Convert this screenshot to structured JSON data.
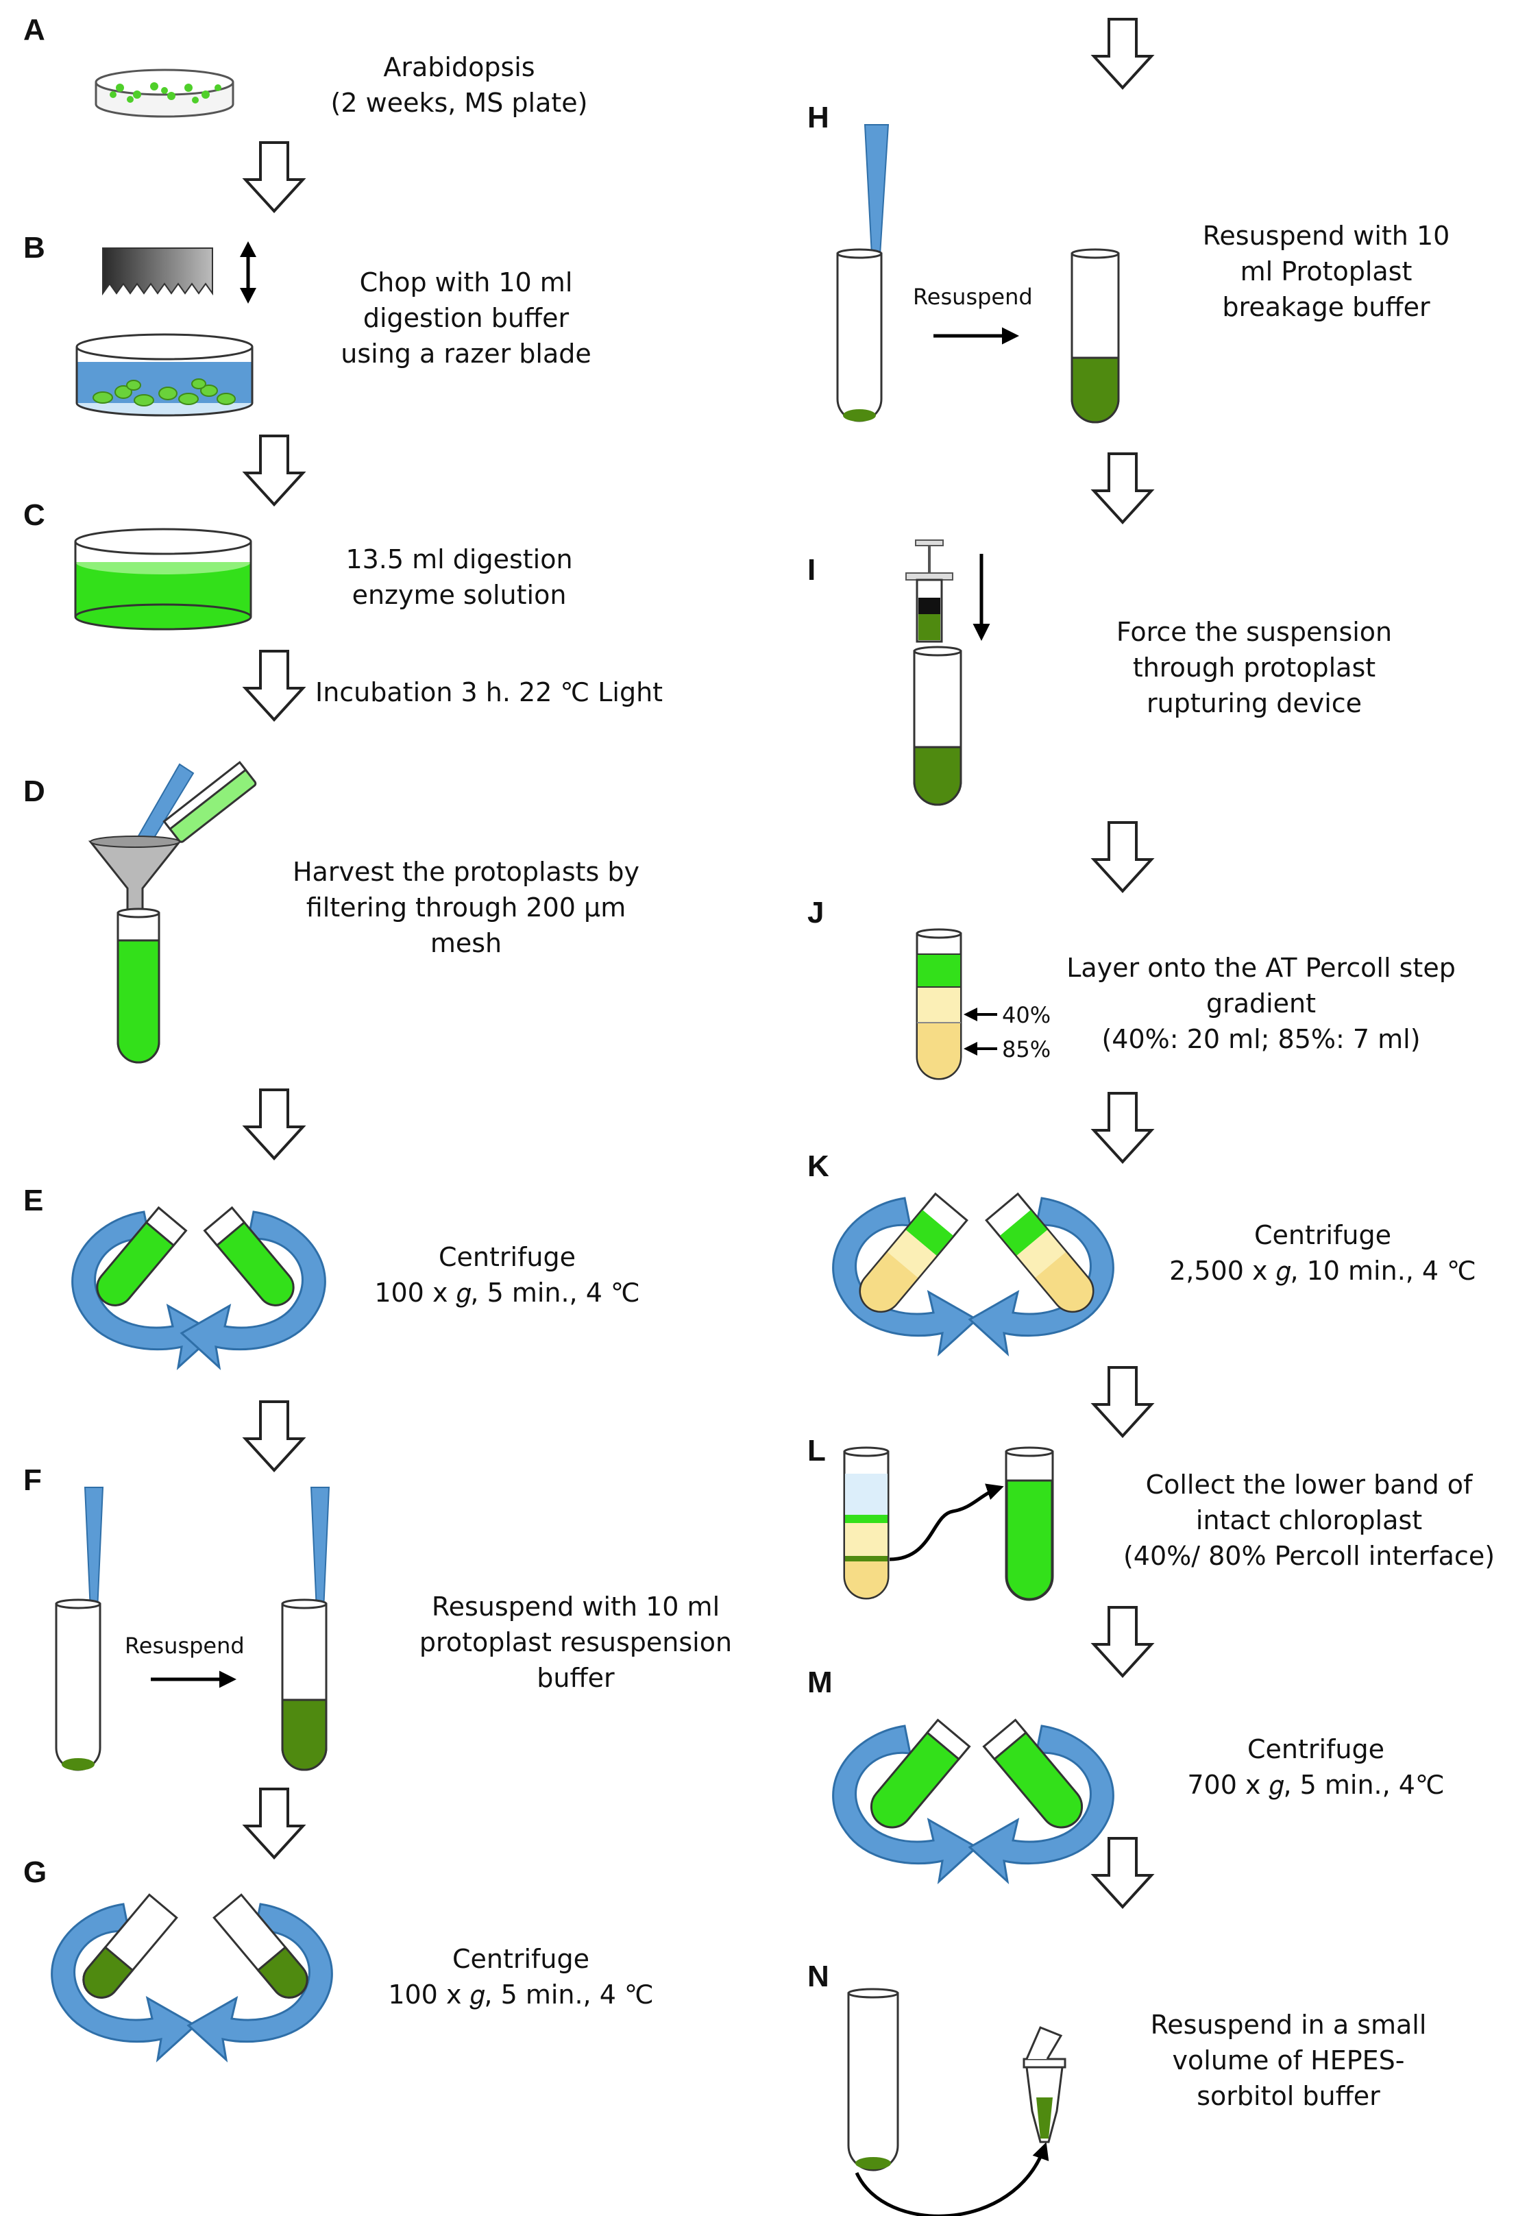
{
  "steps": {
    "A": {
      "label": "A",
      "lines": [
        "Arabidopsis",
        "(2 weeks, MS plate)"
      ]
    },
    "B": {
      "label": "B",
      "lines": [
        "Chop with 10 ml",
        "digestion buffer",
        "using a razer blade"
      ]
    },
    "C": {
      "label": "C",
      "lines": [
        "13.5 ml digestion",
        "enzyme solution"
      ],
      "incubation": "Incubation 3 h. 22 ℃ Light"
    },
    "D": {
      "label": "D",
      "lines": [
        "Harvest the protoplasts by",
        "filtering through 200 μm",
        "mesh"
      ]
    },
    "E": {
      "label": "E",
      "lines": [
        "Centrifuge",
        "100 x 𝑔, 5 min., 4 ℃"
      ]
    },
    "F": {
      "label": "F",
      "lines": [
        "Resuspend with 10 ml",
        "protoplast resuspension",
        "buffer"
      ],
      "arrow_text": "Resuspend"
    },
    "G": {
      "label": "G",
      "lines": [
        "Centrifuge",
        "100 x 𝑔, 5 min., 4 ℃"
      ]
    },
    "H": {
      "label": "H",
      "lines": [
        "Resuspend with 10",
        "ml Protoplast",
        "breakage buffer"
      ],
      "arrow_text": "Resuspend"
    },
    "I": {
      "label": "I",
      "lines": [
        "Force the suspension",
        "through protoplast",
        "rupturing device"
      ]
    },
    "J": {
      "label": "J",
      "lines": [
        "Layer onto the AT Percoll step",
        "gradient",
        "(40%: 20 ml; 85%: 7 ml)"
      ],
      "band_upper": "40%",
      "band_lower": "85%"
    },
    "K": {
      "label": "K",
      "lines": [
        "Centrifuge",
        "2,500 x 𝑔, 10 min., 4 ℃"
      ]
    },
    "L": {
      "label": "L",
      "lines": [
        "Collect the lower band of",
        "intact chloroplast",
        "(40%/ 80% Percoll interface)"
      ]
    },
    "M": {
      "label": "M",
      "lines": [
        "Centrifuge",
        "700 x 𝑔, 5 min., 4℃"
      ]
    },
    "N": {
      "label": "N",
      "lines": [
        "Resuspend in a small",
        "volume of HEPES-",
        "sorbitol buffer"
      ]
    }
  },
  "colors": {
    "bright_green": "#33e01a",
    "dark_green": "#4f8a10",
    "light_green": "#8ff07a",
    "rotation_blue": "#5b9bd5",
    "pipette_blue": "#5b9bd5",
    "light_yellow": "#fbefb6",
    "yellow": "#f6dc86",
    "pale_blue": "#dceefa",
    "arrow_outline": "#222222"
  }
}
